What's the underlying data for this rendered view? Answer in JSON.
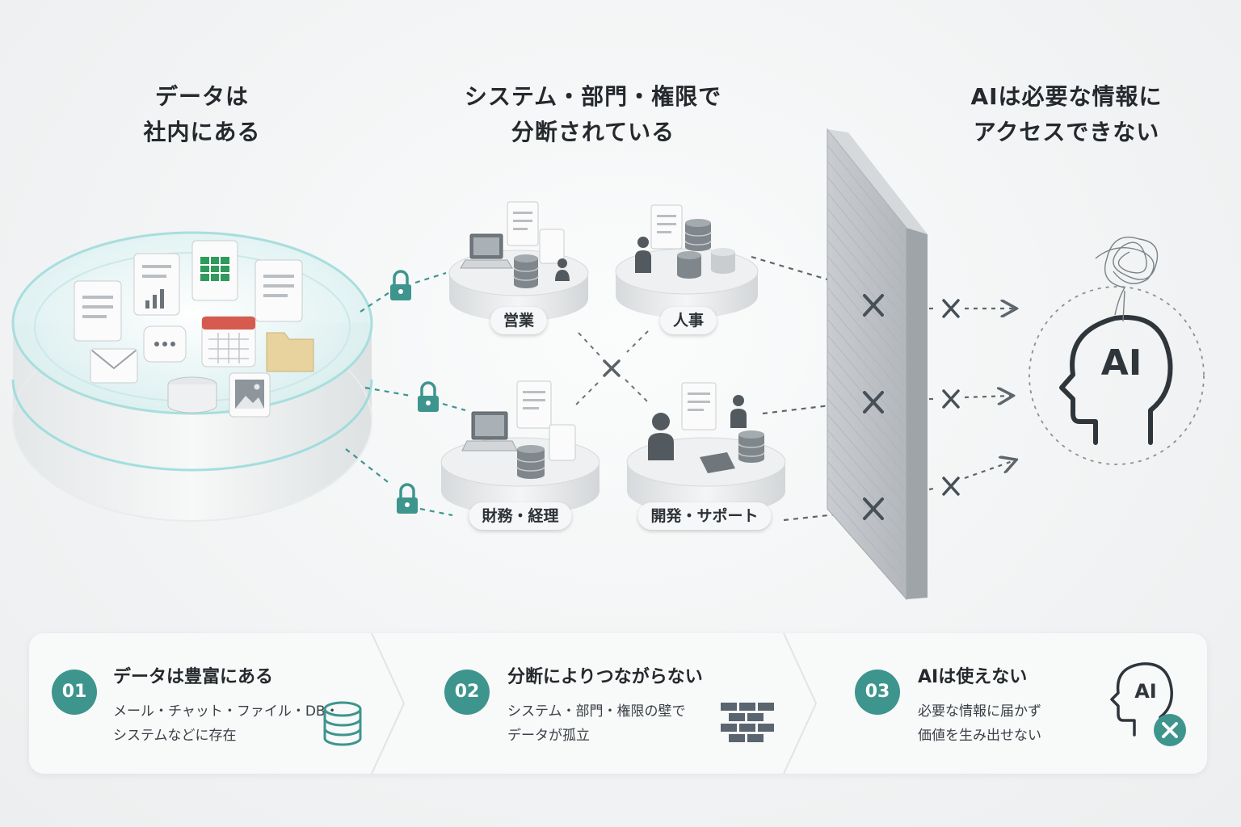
{
  "headings": {
    "data_location": [
      "データは",
      "社内にある"
    ],
    "silos": [
      "システム・部門・権限で",
      "分断されている"
    ],
    "ai_blocked": [
      "AIは必要な情報に",
      "アクセスできない"
    ]
  },
  "departments": [
    {
      "label": "営業"
    },
    {
      "label": "人事"
    },
    {
      "label": "財務・経理"
    },
    {
      "label": "開発・サポート"
    }
  ],
  "ai_head": {
    "label": "AI"
  },
  "steps": [
    {
      "num": "01",
      "title": "データは豊富にある",
      "lines": [
        "メール・チャット・ファイル・DB・",
        "システムなどに存在"
      ],
      "icon": "database-icon"
    },
    {
      "num": "02",
      "title": "分断によりつながらない",
      "lines": [
        "システム・部門・権限の壁で",
        "データが孤立"
      ],
      "icon": "brick-wall-icon"
    },
    {
      "num": "03",
      "title": "AIは使えない",
      "lines": [
        "必要な情報に届かず",
        "価値を生み出せない"
      ],
      "icon": "ai-head-x-icon",
      "icon_label": "AI"
    }
  ],
  "colors": {
    "accent": "#3d958d",
    "wall": "#b9bdc1",
    "text": "#25292d"
  }
}
